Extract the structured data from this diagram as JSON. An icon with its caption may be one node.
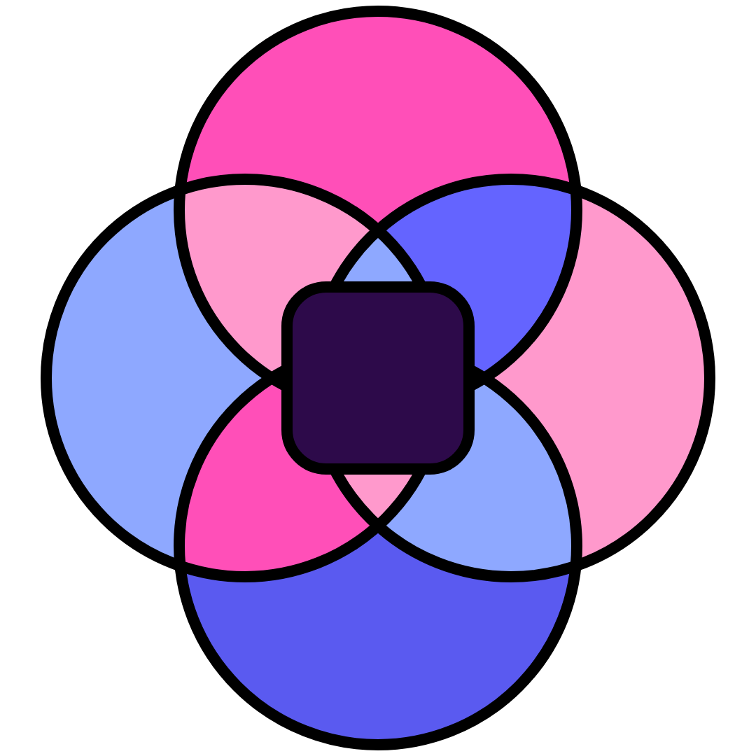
{
  "diagram": {
    "nodes": [
      {
        "text": [],
        "shape": "circle"
      },
      {
        "text": [],
        "shape": "circle"
      },
      {
        "text": [],
        "shape": "circle"
      },
      {
        "text": [],
        "shape": "circle"
      },
      {
        "text": [],
        "shape": "box"
      }
    ]
  }
}
